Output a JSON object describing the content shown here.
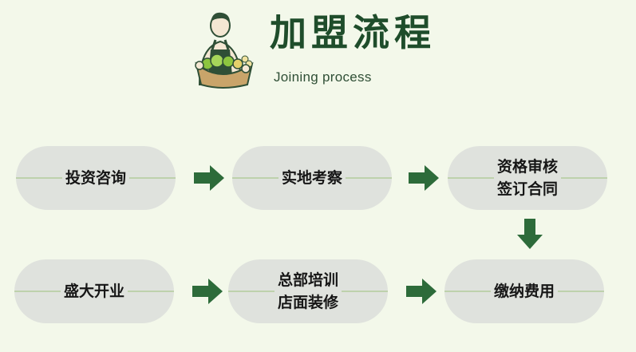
{
  "header": {
    "title": "加盟流程",
    "subtitle": "Joining process"
  },
  "steps": [
    {
      "label": "投资咨询"
    },
    {
      "label": "实地考察"
    },
    {
      "label": "资格审核\n签订合同"
    },
    {
      "label": "缴纳费用"
    },
    {
      "label": "总部培训\n店面装修"
    },
    {
      "label": "盛大开业"
    }
  ],
  "colors": {
    "background": "#f3f8ea",
    "title": "#1f4d2b",
    "step_bg": "#dfe2dd",
    "line": "#9ec07a",
    "arrow": "#2d6b3a"
  },
  "icons": [
    "farmer-logo-icon",
    "arrow-right-icon",
    "arrow-down-icon",
    "arrow-left-icon"
  ]
}
